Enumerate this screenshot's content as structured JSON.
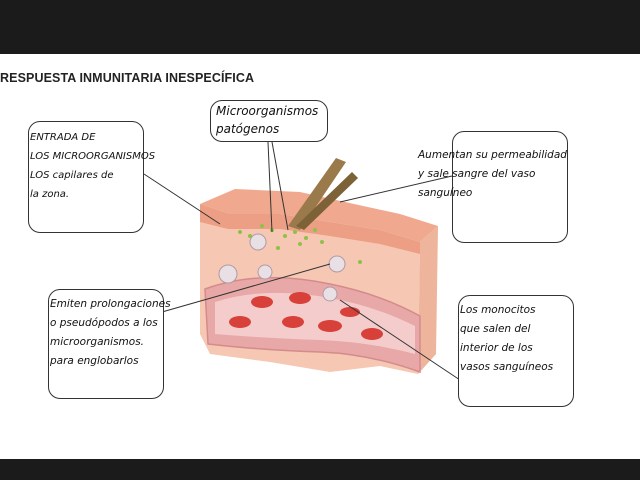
{
  "title": "RESPUESTA INMUNITARIA INESPECÍFICA",
  "labels": {
    "microorganisms": "Microorganismos\npatógenos",
    "entry": "ENTRADA DE\nLOS MICROORGANISMOS\nLOS capilares de\nla zona.",
    "permeability": "Aumentan su permeabilidad\ny sale sangre del vaso\nsanguíneo",
    "pseudopods": "Emiten prolongaciones\no pseudópodos a los\nmicroorganismos.\npara englobarlos",
    "monocytes": "Los monocitos\nque salen del\ninterior de los\nvasos sanguíneos"
  },
  "colors": {
    "skin": "#f2b49a",
    "dermis": "#f6c7b3",
    "vessel": "#e8a6a6",
    "blood_cell": "#d8403a",
    "bacteria": "#8fc14a",
    "splinter": "#9a7a4a"
  }
}
